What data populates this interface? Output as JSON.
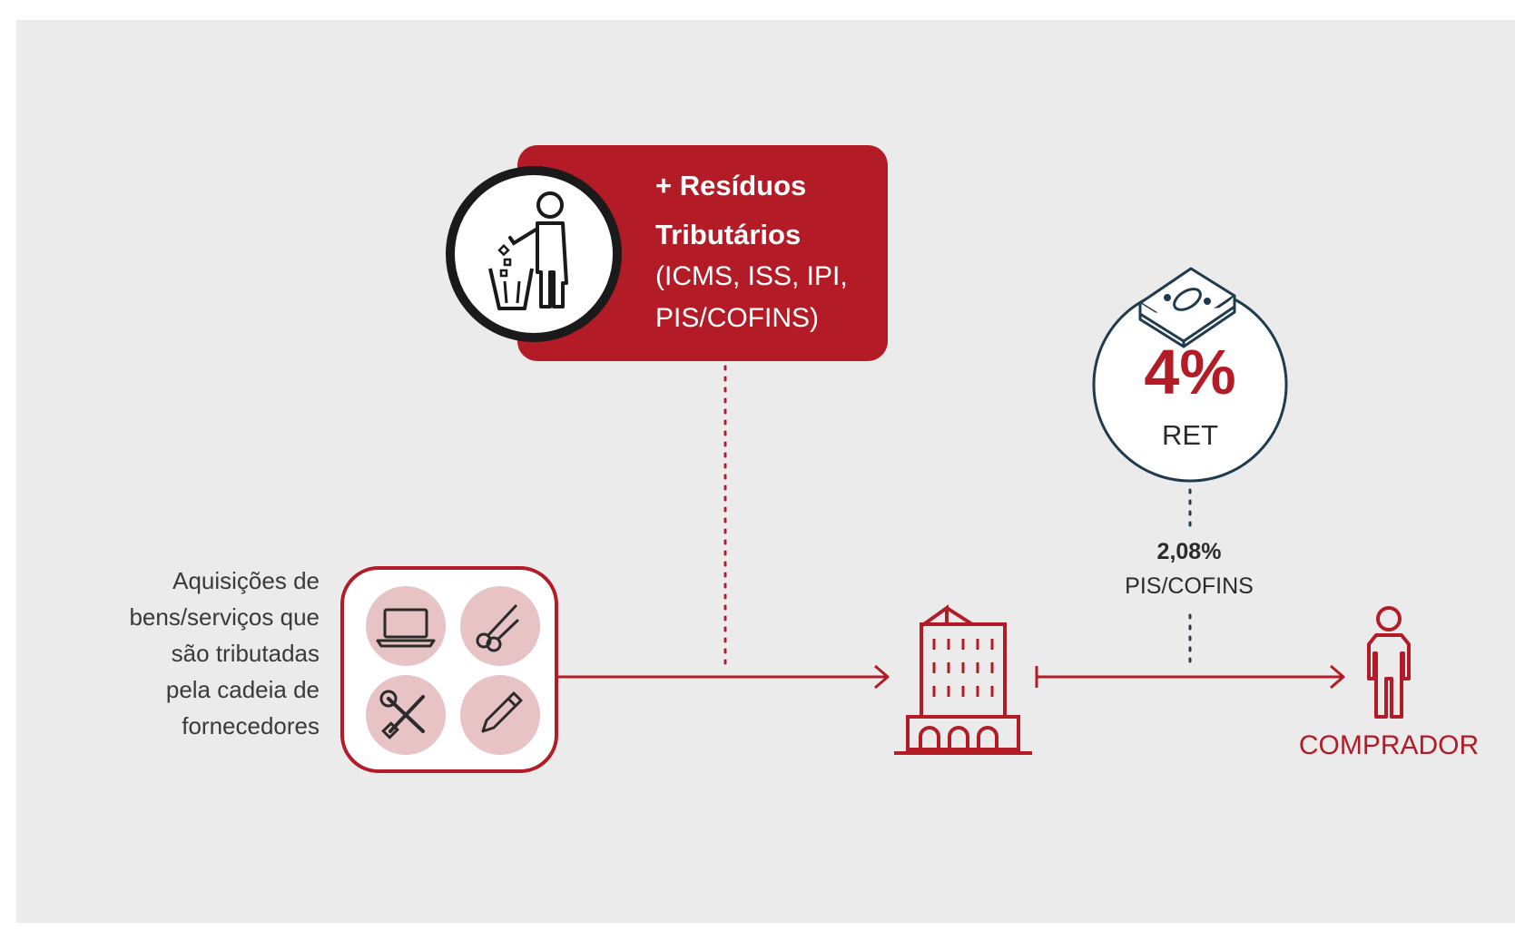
{
  "residuos": {
    "title_line1": "+ Resíduos",
    "title_line2": "Tributários",
    "subtitle_line1": "(ICMS, ISS, IPI,",
    "subtitle_line2": "PIS/COFINS)"
  },
  "aquisicoes": {
    "text": "Aquisições de\nbens/serviços que\nsão tributadas\npela cadeia de\nfornecedores"
  },
  "ret": {
    "percent": "4%",
    "label": "RET"
  },
  "pis_cofins": {
    "percent": "2,08%",
    "label": "PIS/COFINS"
  },
  "comprador": {
    "label": "COMPRADOR"
  },
  "icons": {
    "trash": "person-throwing-trash-icon",
    "money": "money-stack-icon",
    "laptop": "laptop-icon",
    "scissors": "scissors-icon",
    "tools": "wrench-screwdriver-icon",
    "pencil": "pencil-icon",
    "building": "building-icon",
    "person": "person-icon"
  },
  "colors": {
    "brand_red": "#b31c26",
    "light_pink": "#e8c3c5",
    "background": "#ebebeb",
    "circle_stroke": "#1f3b4d"
  }
}
